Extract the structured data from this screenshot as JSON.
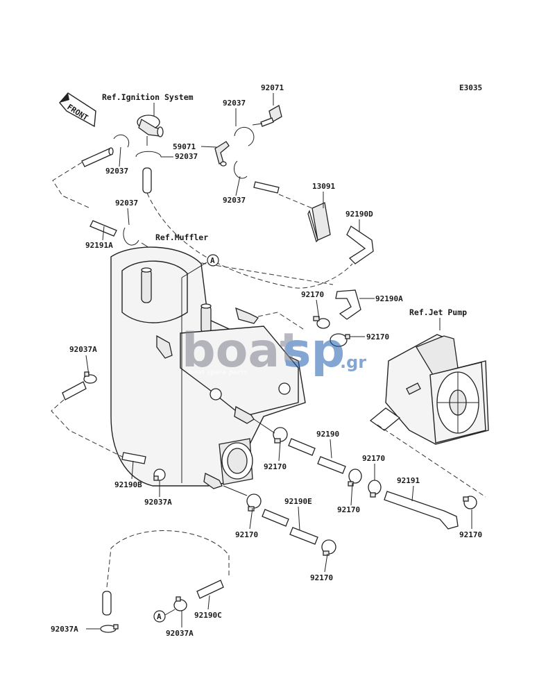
{
  "diagram_code": "E3035",
  "front_label": "FRONT",
  "refs": {
    "ignition": "Ref.Ignition System",
    "muffler": "Ref.Muffler",
    "jet_pump": "Ref.Jet Pump"
  },
  "callout": "A",
  "watermark": {
    "brand_left": "boat",
    "brand_right": "sp",
    "suffix": ".gr",
    "tagline": "boat spare parts"
  },
  "parts": {
    "p92071": "92071",
    "p92037_top": "92037",
    "p59071": "59071",
    "p92037_mid": "92037",
    "p92037_left": "92037",
    "p92037_right": "92037",
    "p13091": "13091",
    "p92190D": "92190D",
    "p92037_lower": "92037",
    "p92191A": "92191A",
    "p92170_a": "92170",
    "p92190A": "92190A",
    "p92170_b": "92170",
    "p92037A_left": "92037A",
    "p92190": "92190",
    "p92170_c": "92170",
    "p92170_d": "92170",
    "p92191": "92191",
    "p92190B": "92190B",
    "p92037A_mid": "92037A",
    "p92170_e": "92170",
    "p92170_f": "92170",
    "p92190E": "92190E",
    "p92170_g": "92170",
    "p92170_h": "92170",
    "p92037A_bottom": "92037A",
    "p92037A_bottom2": "92037A",
    "p92190C": "92190C"
  }
}
